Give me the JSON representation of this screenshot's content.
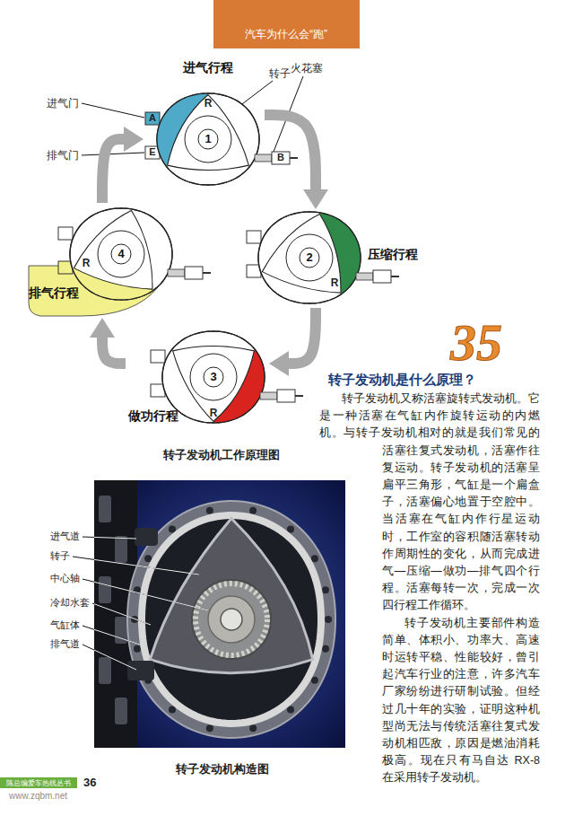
{
  "diagram": {
    "title": "转子发动机是什么原理？",
    "caption": "转子发动机工作原理图",
    "nodes": [
      {
        "text": [
          "进气行程",
          "1"
        ]
      },
      {
        "text": [
          "压缩行程",
          "2"
        ]
      },
      {
        "text": [
          "做功行程",
          "3"
        ]
      },
      {
        "text": [
          "排气行程",
          "4"
        ]
      }
    ],
    "edges": [
      {
        "from": 0,
        "to": 1,
        "arrow": "to"
      },
      {
        "from": 1,
        "to": 2,
        "arrow": "to"
      },
      {
        "from": 2,
        "to": 3,
        "arrow": "to"
      },
      {
        "from": 3,
        "to": 0,
        "arrow": "to"
      }
    ],
    "labels": [
      "汽车为什么会“跑”",
      "转子",
      "火花塞",
      "进气门",
      "排气门",
      "A",
      "E",
      "B",
      "R",
      "R",
      "R",
      "R",
      "35",
      "转子发动机又称活塞旋转式发动机。它是一种活塞在气缸内作旋转运动的内燃机。与转子发动机相对的就是我们常见的活塞往复式发动机，活塞作往复运动。转子发动机的活塞呈扁平三角形，气缸是一个扁盒子，活塞偏心地置于空腔中。当活塞在气缸内作行星运动时，工作室的容积随活塞转动作周期性的变化，从而完成进气—压缩—做功—排气四个行程。活塞每转一次，完成一次四行程工作循环。",
      "转子发动机主要部件构造简单、体积小、功率大、高速时运转平稳、性能较好，曾引起汽车行业的注意，许多汽车厂家纷纷进行研制试验。但经过几十年的实验，证明这种机型尚无法与传统活塞往复式发动机相匹敌，原因是燃油消耗极高。现在只有马自达 RX-8 在采用转子发动机。",
      "进气道",
      "转子",
      "中心轴",
      "冷却水套",
      "气缸体",
      "排气道",
      "转子发动机构造图",
      "陈总编爱车热线丛书",
      "36",
      "www.zqbm.net"
    ]
  }
}
